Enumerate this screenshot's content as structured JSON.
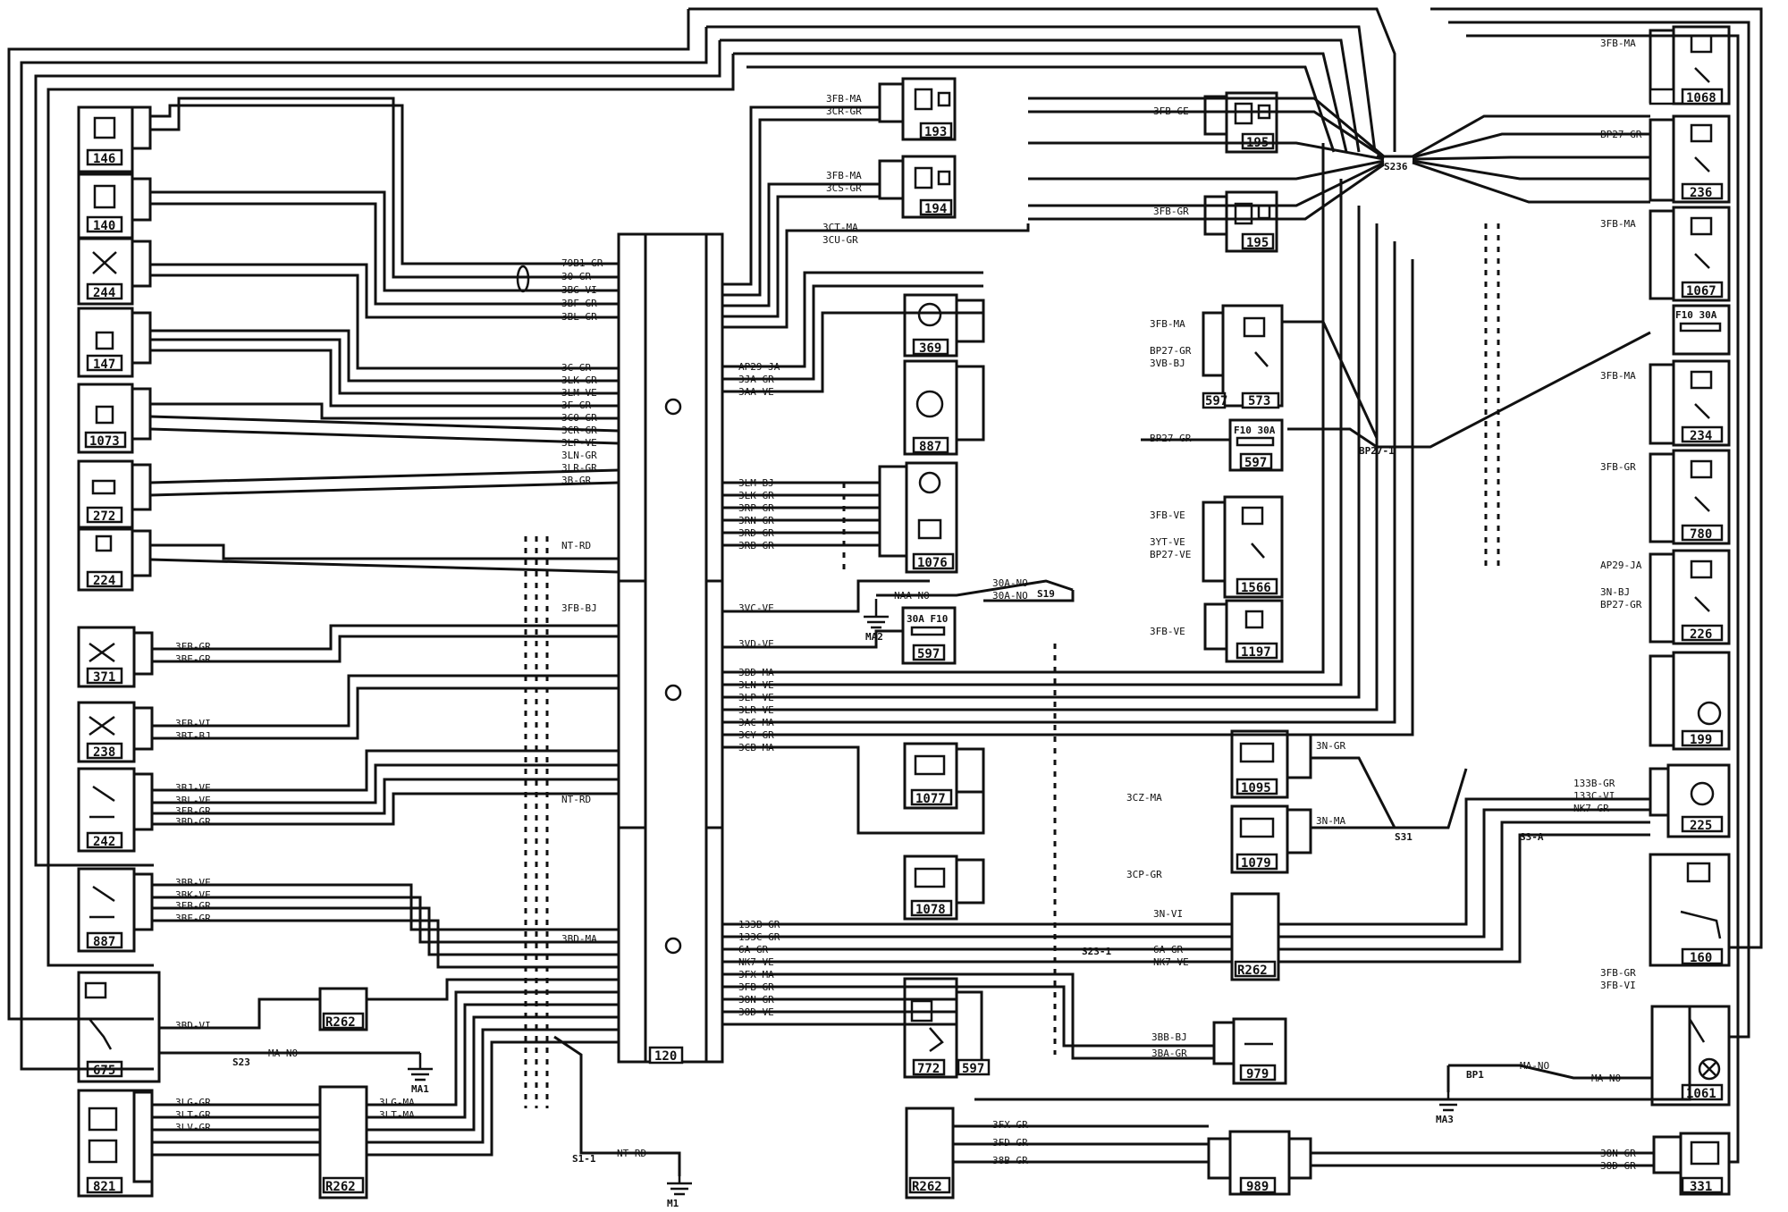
{
  "components": {
    "c146": "146",
    "c140": "140",
    "c244": "244",
    "c147": "147",
    "c1073": "1073",
    "c272": "272",
    "c224": "224",
    "c371": "371",
    "c238": "238",
    "c242": "242",
    "c887": "887",
    "c675": "675",
    "c821": "821",
    "c120": "120",
    "c193": "193",
    "c194": "194",
    "c195a": "195",
    "c195b": "195",
    "c369": "369",
    "c887b": "887",
    "c1076": "1076",
    "c597a": "597",
    "c597b": "597",
    "c573": "573",
    "c1566": "1566",
    "c1197": "1197",
    "c1077": "1077",
    "c1078": "1078",
    "c1095": "1095",
    "c1079": "1079",
    "c772": "772",
    "c979": "979",
    "c989": "989",
    "c1068": "1068",
    "c236": "236",
    "c1067": "1067",
    "c234": "234",
    "c780": "780",
    "c226": "226",
    "c199": "199",
    "c225": "225",
    "c160": "160",
    "c1061": "1061",
    "c331": "331",
    "c262a": "R262",
    "c262b": "R262",
    "c262c": "R262",
    "c262d": "R262",
    "c597c": "597",
    "c597d": "597"
  },
  "grounds": {
    "m1": "MA1",
    "m2": "MA2",
    "m3": "M1",
    "m4": "MA3"
  },
  "wires": {
    "w1": "79B1-GR",
    "w2": "30-GR",
    "w3": "3BG-VI",
    "w4": "3BF-GR",
    "w5": "3BL-GR",
    "w6": "3C-GR",
    "w7": "3LK-GR",
    "w8": "3LM-VE",
    "w9": "3F-GR",
    "w10": "3CO-GR",
    "w11": "3CR-GR",
    "w12": "3LP-VE",
    "w13": "3LN-GR",
    "w14": "3LR-GR",
    "w15": "3B-GR",
    "w16": "NT-RD",
    "w17": "3FB-GR",
    "w18": "3BE-GR",
    "w19": "3FB-VI",
    "w20": "3BT-BJ",
    "w21": "3BJ-VE",
    "w22": "3BL-VE",
    "w23": "3FB-GR",
    "w24": "3BD-GR",
    "w25": "3BB-VE",
    "w26": "3BK-VE",
    "w27": "3FB-GR",
    "w28": "3BF-GR",
    "w29": "3FB-BJ",
    "w30": "NT-RD",
    "w31": "3BD-MA",
    "w32": "3BD-VI",
    "w33": "3LG-GR",
    "w34": "3LG-MA",
    "w35": "3LT-GR",
    "w36": "3LT-MA",
    "w37": "3LV-GR",
    "w38": "3FB-MA",
    "w39": "3CR-GR",
    "w40": "3FB-MA",
    "w41": "3CS-GR",
    "w42": "3CT-MA",
    "w43": "3CU-GR",
    "w44": "AP29-JA",
    "w45": "3JA-GR",
    "w46": "3AA-VE",
    "w47": "3LM-BJ",
    "w48": "3LK-GR",
    "w49": "3RP-GR",
    "w50": "3RN-GR",
    "w51": "3RD-GR",
    "w52": "3RB-GR",
    "w53": "3VC-VE",
    "w54": "3VD-VE",
    "w55": "3BD-MA",
    "w56": "3LN-VE",
    "w57": "3LP-VE",
    "w58": "3LR-VE",
    "w59": "3AC-MA",
    "w60": "3CY-GR",
    "w61": "3CB-MA",
    "w62": "133B-GR",
    "w63": "133C-GR",
    "w64": "6A-GR",
    "w65": "NK7-VE",
    "w66": "3FX-MA",
    "w67": "3FB-GR",
    "w68": "38N-GR",
    "w69": "38D-VE",
    "w70": "3FB-GE",
    "w71": "3FB-GR",
    "w72": "3FB-MA",
    "w73": "BP27-GR",
    "w74": "3VB-BJ",
    "w75": "BP27-GR",
    "w76": "3FB-VE",
    "w77": "3YT-VE",
    "w78": "BP27-VE",
    "w79": "3FB-VE",
    "w80": "3CZ-MA",
    "w81": "3CP-GR",
    "w82": "3N-GR",
    "w83": "3N-MA",
    "w84": "3N-VI",
    "w85": "6A-GR",
    "w86": "NK7-VE",
    "w87": "3BB-BJ",
    "w88": "3BA-GR",
    "w89": "3FX-GR",
    "w90": "3FD-GR",
    "w91": "38B-GR",
    "w92": "3FB-MA",
    "w93": "BP27-GR",
    "w94": "3FB-MA",
    "w95": "3FB-GR",
    "w96": "AP29-JA",
    "w97": "3N-BJ",
    "w98": "BP27-GR",
    "w99": "133B-GR",
    "w100": "133C-VI",
    "w101": "NK7-GR",
    "w102": "3FB-GR",
    "w103": "3FB-VI",
    "w104": "MA-NO",
    "w105": "MA-NO",
    "w106": "38N-GR",
    "w107": "38D-GR",
    "w108": "MA-NO",
    "w109": "NT-RD",
    "w110": "NAA-NO",
    "w111": "30A-NO",
    "w112": "30A-NO"
  },
  "splices": {
    "s1": "S236",
    "s2": "S23",
    "s3": "S23-1",
    "s4": "S3-A",
    "s5": "BP27-1",
    "s6": "S31",
    "s7": "S19",
    "s8": "S1-1",
    "s9": "BP1"
  },
  "fuses": {
    "f1": "F10 30A",
    "f2": "F10 30A",
    "f3": "30A F10"
  }
}
